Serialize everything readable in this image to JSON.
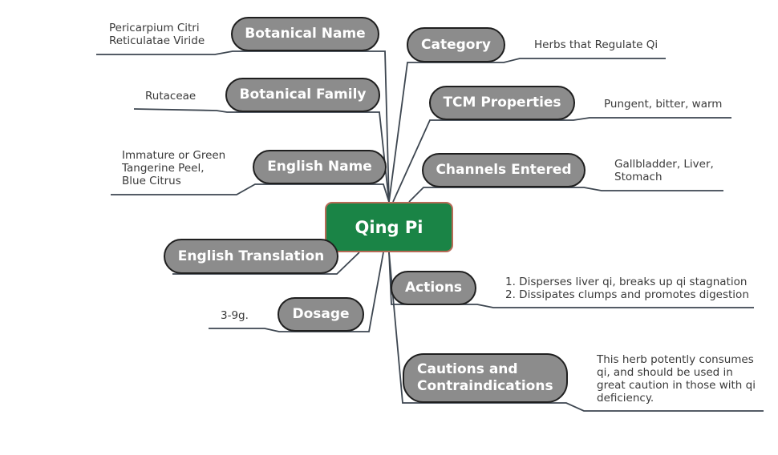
{
  "center": {
    "label": "Qing Pi"
  },
  "branches": {
    "botanical_name": {
      "label": "Botanical Name",
      "value": [
        "Pericarpium Citri",
        "Reticulatae Viride"
      ]
    },
    "botanical_family": {
      "label": "Botanical Family",
      "value": [
        "Rutaceae"
      ]
    },
    "english_name": {
      "label": "English Name",
      "value": [
        "Immature or Green",
        "Tangerine Peel,",
        "Blue Citrus"
      ]
    },
    "english_translation": {
      "label": "English Translation",
      "value": []
    },
    "dosage": {
      "label": "Dosage",
      "value": [
        "3-9g."
      ]
    },
    "category": {
      "label": "Category",
      "value": [
        "Herbs that Regulate Qi"
      ]
    },
    "tcm_properties": {
      "label": "TCM Properties",
      "value": [
        "Pungent, bitter, warm"
      ]
    },
    "channels_entered": {
      "label": "Channels Entered",
      "value": [
        "Gallbladder, Liver,",
        "Stomach"
      ]
    },
    "actions": {
      "label": "Actions",
      "value": [
        "1. Disperses liver qi, breaks up qi stagnation",
        "2. Dissipates clumps and promotes digestion"
      ]
    },
    "cautions": {
      "label": [
        "Cautions and",
        "Contraindications"
      ],
      "value": [
        "This herb potently consumes",
        "qi, and should be used in",
        "great caution in those with qi",
        "deficiency."
      ]
    }
  },
  "colors": {
    "center_fill": "#1a8446",
    "center_border": "#b76a56",
    "node_fill": "#8c8c8c",
    "line": "#3d4650"
  }
}
